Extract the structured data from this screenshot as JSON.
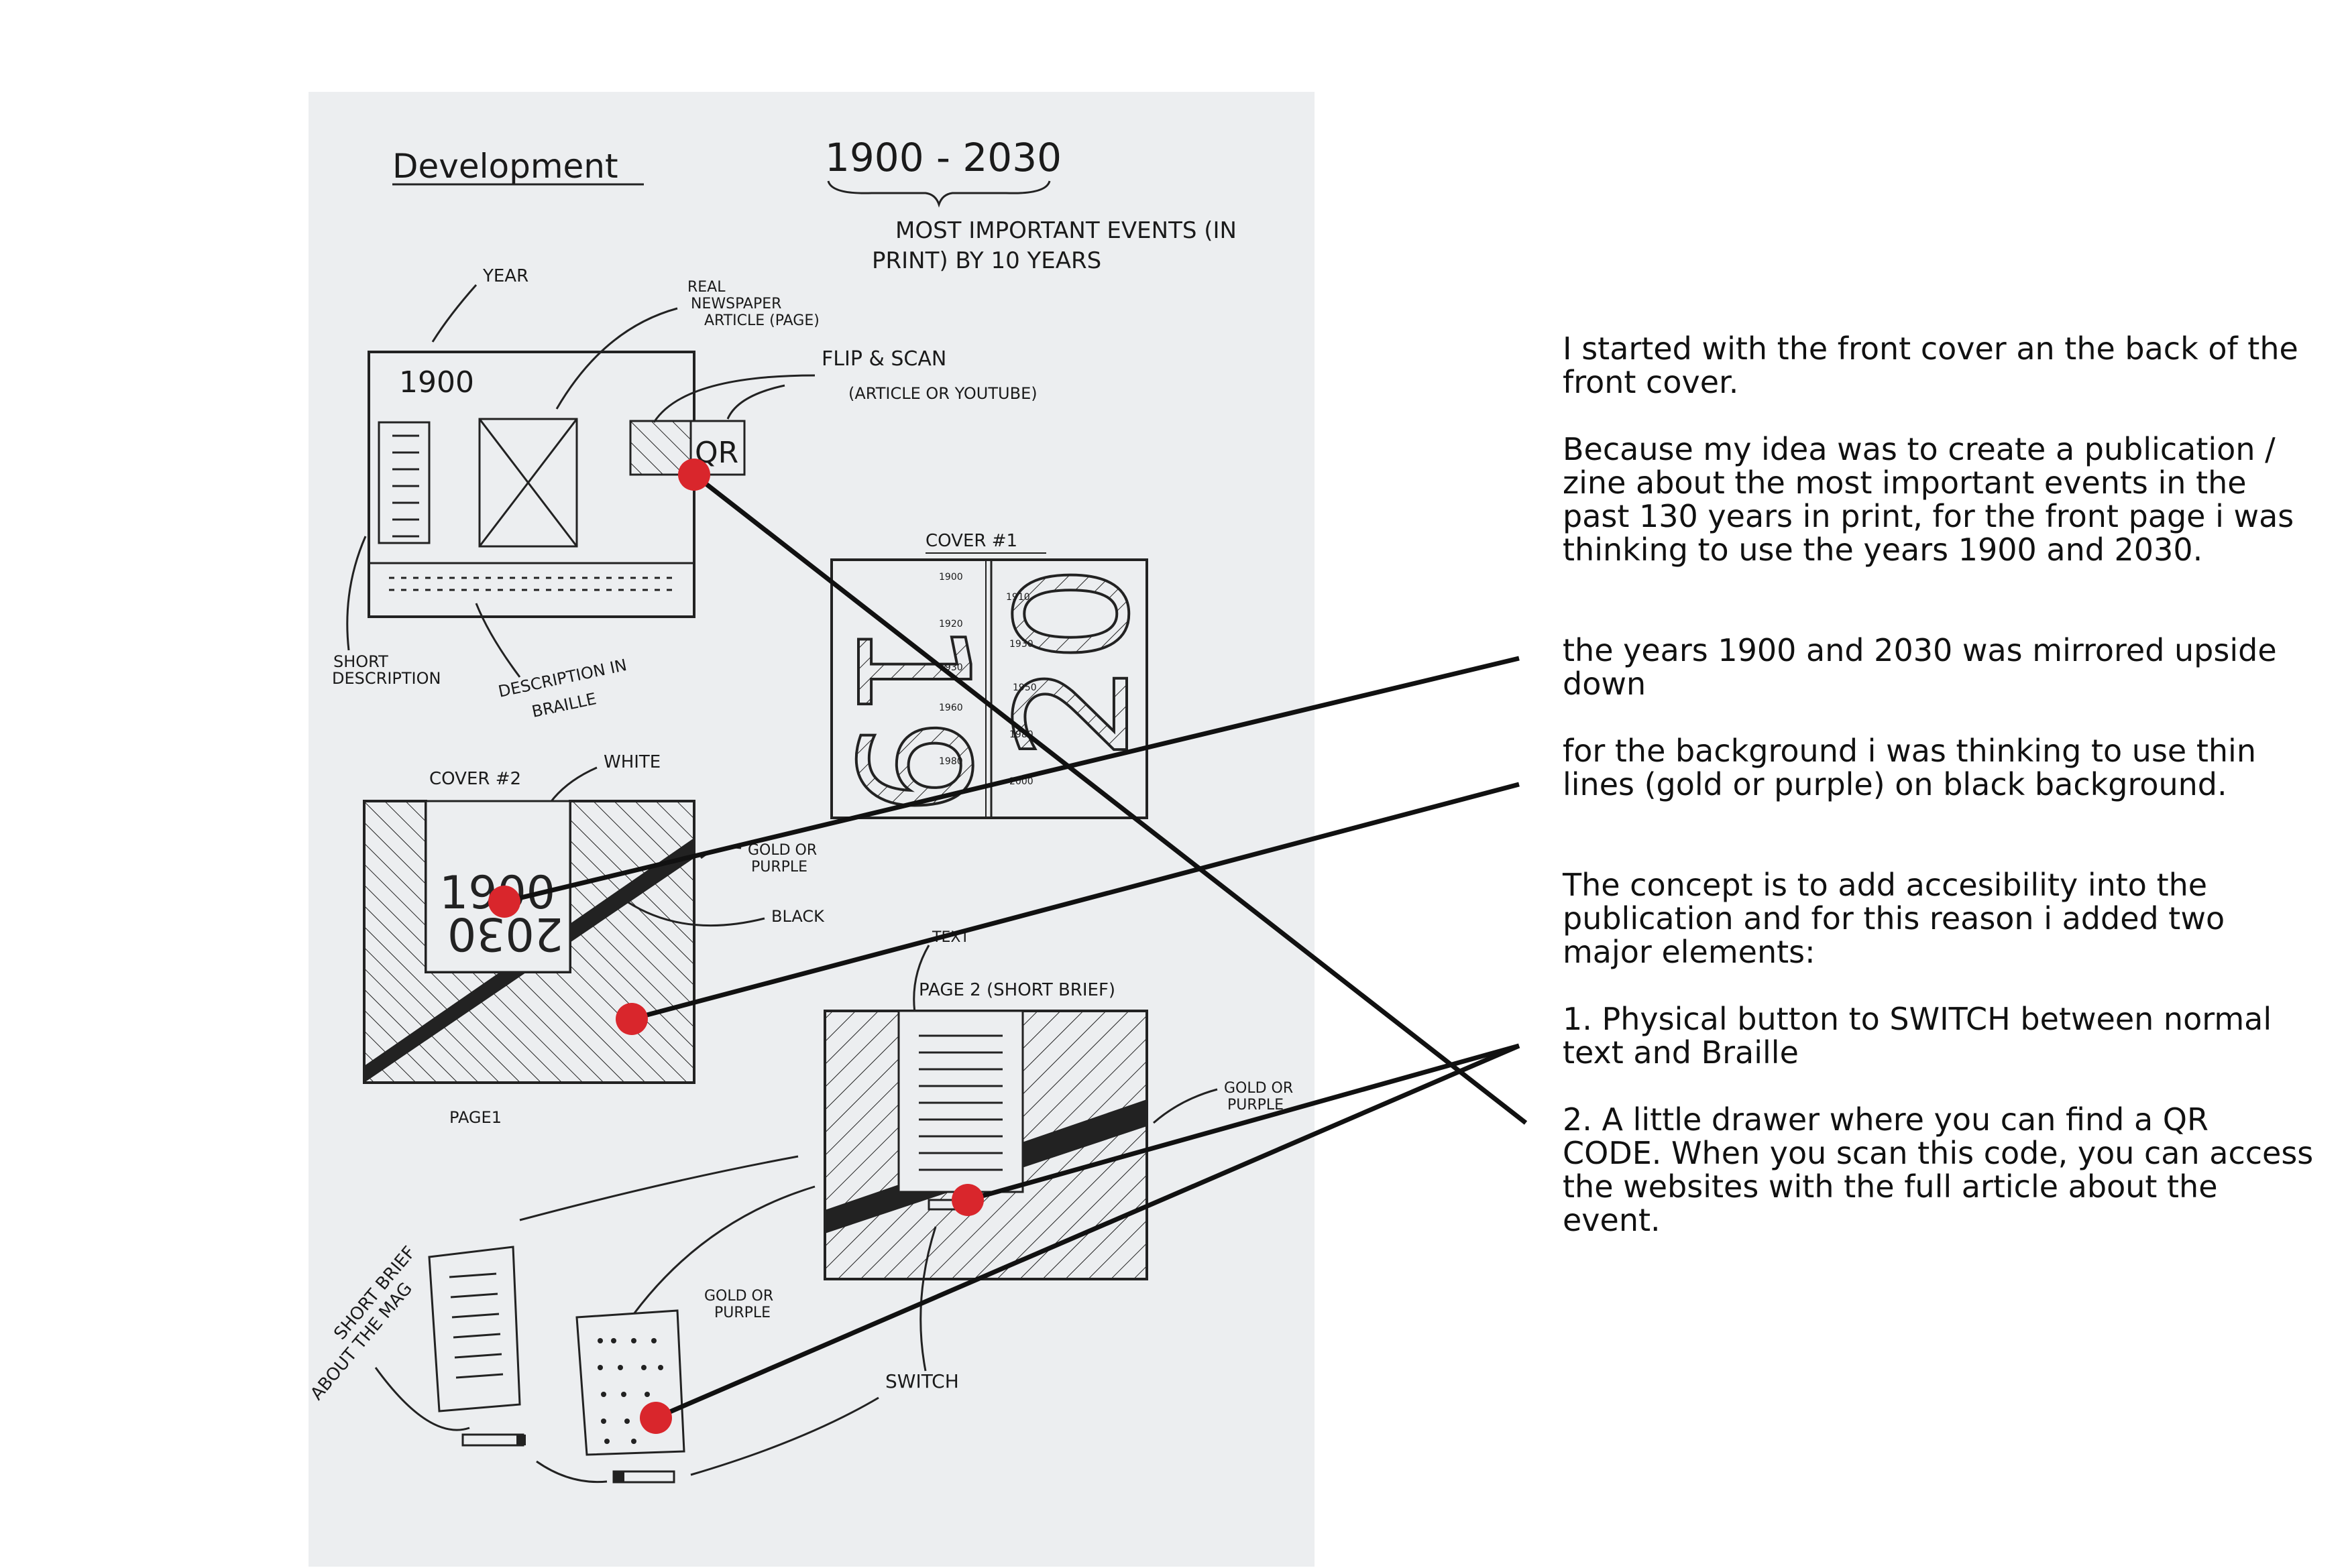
{
  "sketch": {
    "title": "Development",
    "year_range": "1900 - 2030",
    "subtitle_line1": "MOST IMPORTANT EVENTS (IN",
    "subtitle_line2": "PRINT) BY 10 YEARS",
    "labels": {
      "year": "YEAR",
      "real_article_1": "REAL",
      "real_article_2": "NEWSPAPER",
      "real_article_3": "ARTICLE (PAGE)",
      "flip_scan": "FLIP & SCAN",
      "flip_scan_sub": "(ARTICLE OR YOUTUBE)",
      "qr": "QR",
      "year_1900": "1900",
      "short_desc_1": "SHORT",
      "short_desc_2": "DESCRIPTION",
      "braille_desc_1": "DESCRIPTION IN",
      "braille_desc_2": "BRAILLE",
      "cover1": "COVER #1",
      "cover2": "COVER #2",
      "white": "WHITE",
      "gold_purple_1": "GOLD OR",
      "gold_purple_2": "PURPLE",
      "black": "BLACK",
      "page1": "PAGE1",
      "text": "TEXT",
      "page2": "PAGE 2 (SHORT BRIEF)",
      "gold_purple_b1": "GOLD OR",
      "gold_purple_b2": "PURPLE",
      "gold_purple_c1": "GOLD OR",
      "gold_purple_c2": "PURPLE",
      "short_brief_1": "SHORT BRIEF",
      "short_brief_2": "ABOUT THE MAG",
      "switch": "SWITCH",
      "cover2_year_top": "1900",
      "cover2_year_bottom": "2030",
      "ticks_left": [
        "1900",
        "1920",
        "1930",
        "1960",
        "1980"
      ],
      "ticks_right": [
        "1910",
        "1930",
        "1950",
        "1980",
        "2000"
      ]
    }
  },
  "notes": [
    "I started with the front cover an the back of the front cover.",
    "Because my idea was to create a publication / zine about the most important events in the past 130 years in print, for the front page i was thinking to use the years 1900 and 2030.",
    "the years 1900 and 2030 was mirrored upside down",
    "for the background i was thinking to use  thin lines (gold or purple) on black background.",
    "The concept is to add accesibility into the publication and for this reason i added two major elements:",
    "1. Physical button to SWITCH between normal text and Braille",
    "2. A little drawer where you can find a QR CODE. When you scan this code, you can access the websites with the full article about the event."
  ],
  "colors": {
    "marker": "#d9262c",
    "ink": "#111111",
    "paper": "#eceef0"
  }
}
